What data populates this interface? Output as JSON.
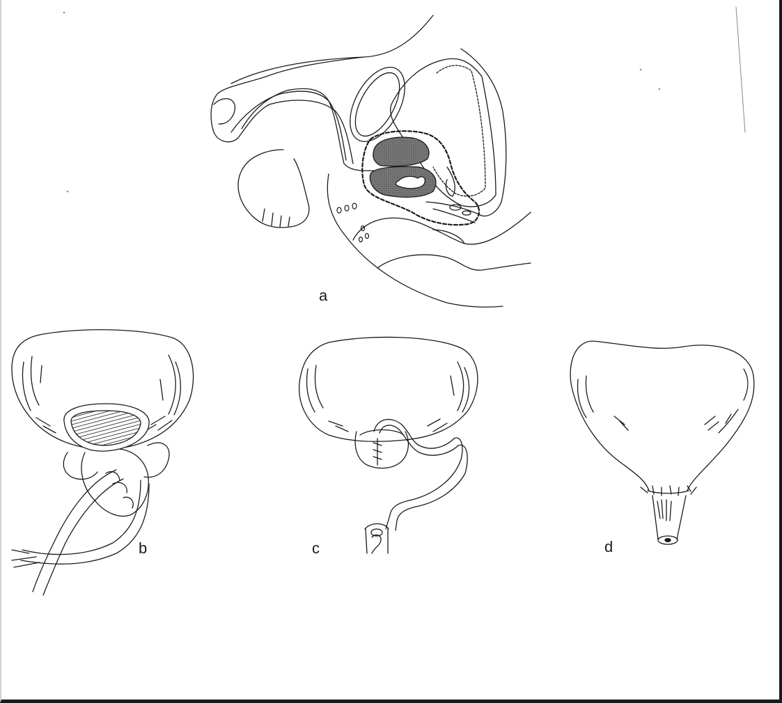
{
  "panels": [
    {
      "id": "a",
      "label": "a"
    },
    {
      "id": "b",
      "label": "b"
    },
    {
      "id": "c",
      "label": "c"
    },
    {
      "id": "d",
      "label": "d"
    }
  ],
  "colors": {
    "ink": "#1a1a1a",
    "shade": "#6e6e6e",
    "background": "#ffffff"
  }
}
